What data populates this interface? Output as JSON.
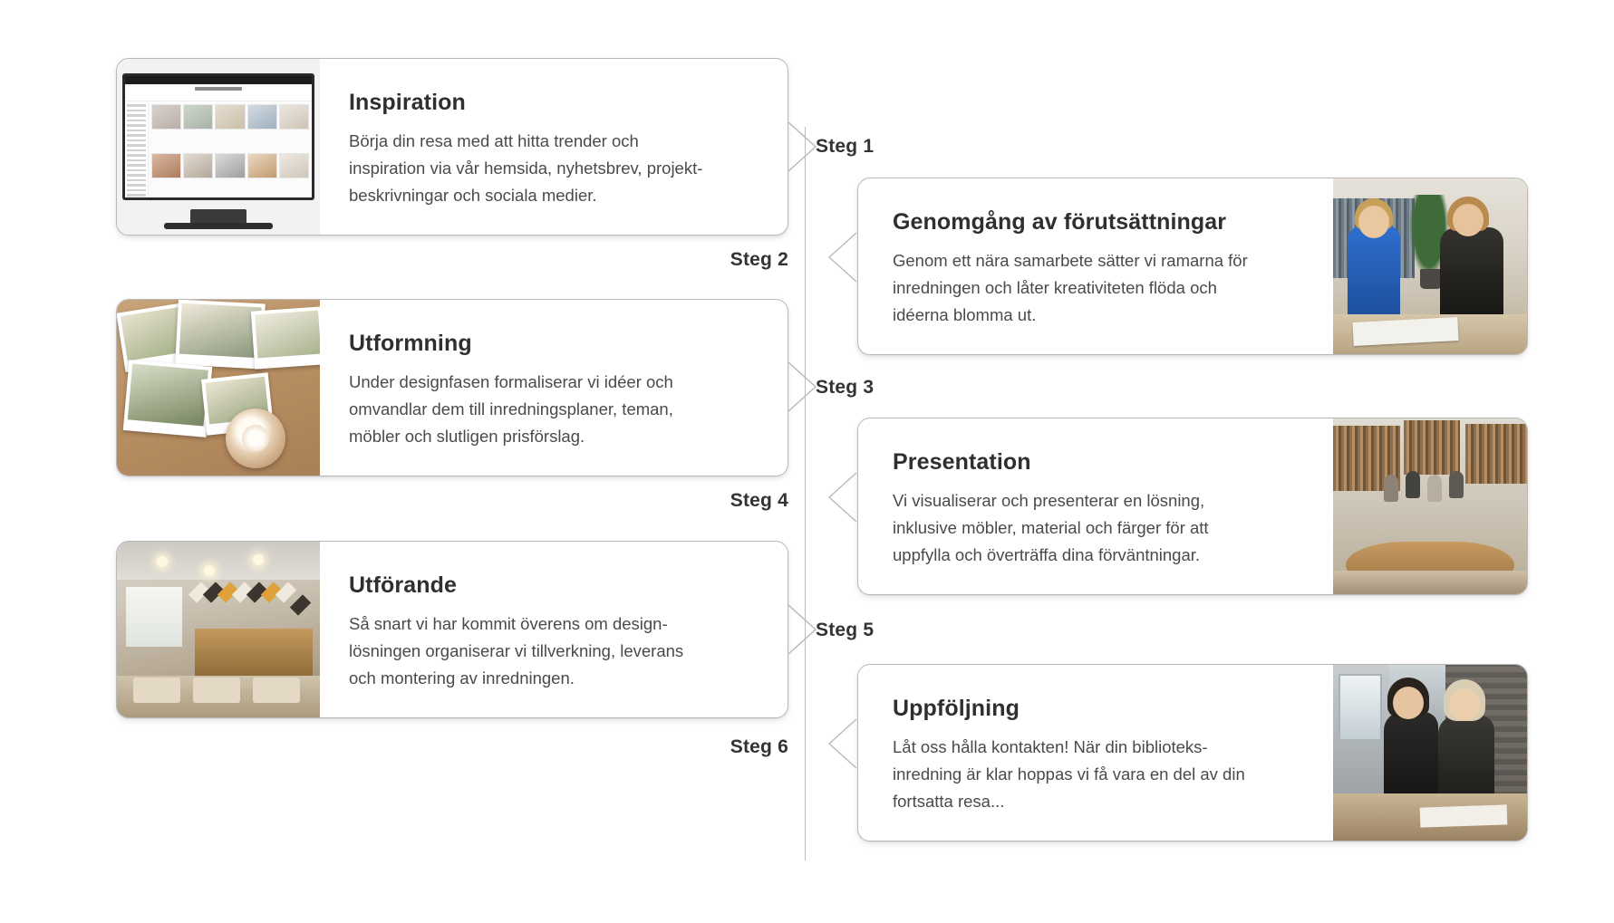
{
  "page": {
    "background": "#ffffff",
    "divider_color": "#bdbdbd"
  },
  "steps": [
    {
      "id": "step-1",
      "label": "Steg 1",
      "side": "left",
      "title": "Inspiration",
      "lines": [
        "Börja din resa med att hitta trender och",
        "inspiration via vår hemsida, nyhetsbrev, projekt-",
        "beskrivningar och sociala medier."
      ],
      "image_name": "website-on-monitor-photo"
    },
    {
      "id": "step-2",
      "label": "Steg 2",
      "side": "right",
      "title": "Genomgång av förutsättningar",
      "lines": [
        "Genom ett nära samarbete sätter vi ramarna för",
        "inredningen och låter kreativiteten flöda och",
        "idéerna blomma ut."
      ],
      "image_name": "two-colleagues-reviewing-plans-photo"
    },
    {
      "id": "step-3",
      "label": "Steg 3",
      "side": "left",
      "title": "Utformning",
      "lines": [
        "Under designfasen formaliserar vi idéer och",
        "omvandlar dem till inredningsplaner, teman,",
        "möbler och slutligen prisförslag."
      ],
      "image_name": "polaroid-collage-on-wooden-table-photo"
    },
    {
      "id": "step-4",
      "label": "Steg 4",
      "side": "right",
      "title": "Presentation",
      "lines": [
        "Vi visualiserar och presenterar en lösning,",
        "inklusive möbler, material och färger för att",
        "uppfylla och överträffa dina förväntningar."
      ],
      "image_name": "library-interior-with-people-photo"
    },
    {
      "id": "step-5",
      "label": "Steg 5",
      "side": "left",
      "title": "Utförande",
      "lines": [
        "Så snart vi har kommit överens om design-",
        "lösningen organiserar vi tillverkning, leverans",
        "och montering av inredningen."
      ],
      "image_name": "cafe-library-interior-photo"
    },
    {
      "id": "step-6",
      "label": "Steg 6",
      "side": "right",
      "title": "Uppföljning",
      "lines": [
        "Låt oss hålla kontakten! När din biblioteks-",
        "inredning är klar hoppas vi få vara en del av din",
        "fortsatta resa..."
      ],
      "image_name": "two-women-at-table-photo"
    }
  ],
  "labels": {
    "steg1": "Steg 1",
    "steg2": "Steg 2",
    "steg3": "Steg 3",
    "steg4": "Steg 4",
    "steg5": "Steg 5",
    "steg6": "Steg 6"
  }
}
